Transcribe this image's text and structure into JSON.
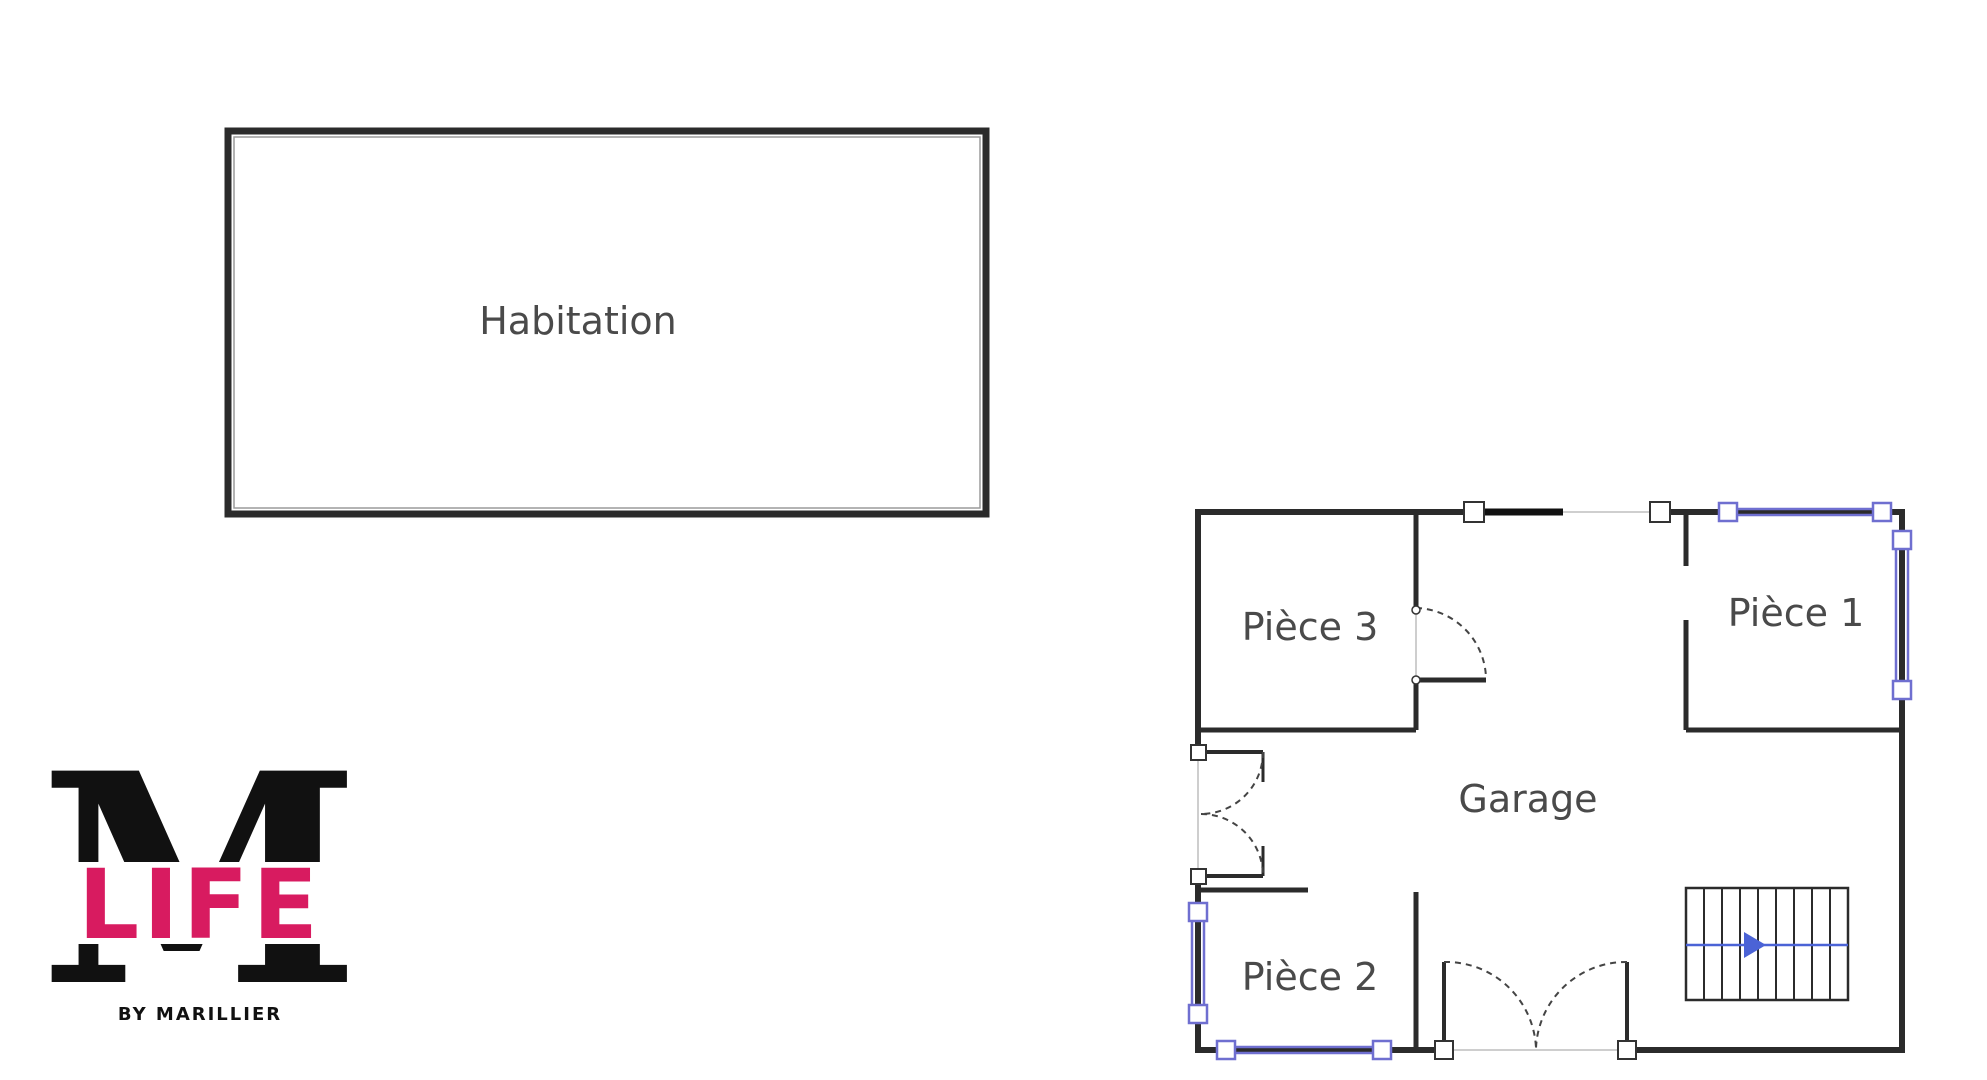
{
  "plan": {
    "rooms": {
      "habitation": "Habitation",
      "piece1": "Pièce 1",
      "piece2": "Pièce 2",
      "piece3": "Pièce 3",
      "garage": "Garage"
    }
  },
  "logo": {
    "letter": "M",
    "word": "LIFE",
    "byline": "BY MARILLIER"
  },
  "colors": {
    "wall": "#2b2b2b",
    "selection": "#6f6fd0",
    "label": "#4a4a4a",
    "logo_pink": "#d81b60",
    "logo_black": "#111111"
  }
}
